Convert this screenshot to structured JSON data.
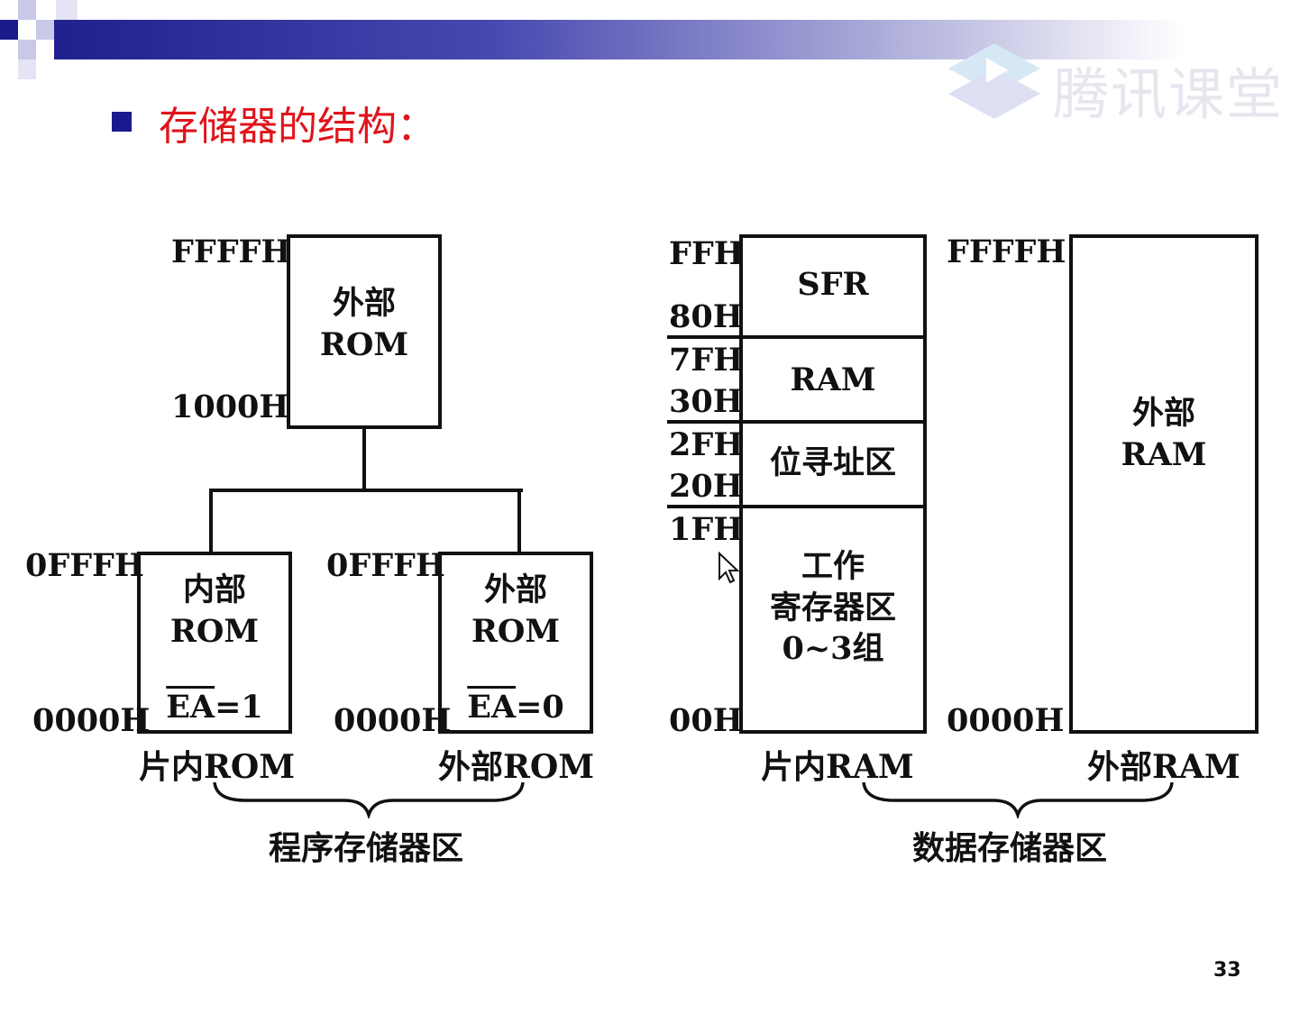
{
  "slide": {
    "title": "存储器的结构：",
    "page_number": "33",
    "watermark": "腾讯课堂"
  },
  "program_memory": {
    "external_rom_top": {
      "label_line1": "外部",
      "label_line2": "ROM",
      "addr_top": "FFFFH",
      "addr_bottom": "1000H"
    },
    "internal_rom": {
      "label_line1": "内部",
      "label_line2": "ROM",
      "ea_signal": "EA",
      "ea_value": "=1",
      "addr_top": "0FFFH",
      "addr_bottom": "0000H",
      "caption": "片内ROM"
    },
    "external_rom_low": {
      "label_line1": "外部",
      "label_line2": "ROM",
      "ea_signal": "EA",
      "ea_value": "=0",
      "addr_top": "0FFFH",
      "addr_bottom": "0000H",
      "caption": "外部ROM"
    },
    "group_caption": "程序存储器区"
  },
  "data_memory": {
    "internal_ram": {
      "segments": [
        {
          "label": "SFR",
          "addr_top": "FFH",
          "addr_bottom": "80H"
        },
        {
          "label": "RAM",
          "addr_top": "7FH",
          "addr_bottom": "30H"
        },
        {
          "label": "位寻址区",
          "addr_top": "2FH",
          "addr_bottom": "20H"
        },
        {
          "label_line1": "工作",
          "label_line2": "寄存器区",
          "label_line3": "0~3组",
          "addr_top": "1FH",
          "addr_bottom": "00H"
        }
      ],
      "caption": "片内RAM"
    },
    "external_ram": {
      "label_line1": "外部",
      "label_line2": "RAM",
      "addr_top": "FFFFH",
      "addr_bottom": "0000H",
      "caption": "外部RAM"
    },
    "group_caption": "数据存储器区"
  }
}
